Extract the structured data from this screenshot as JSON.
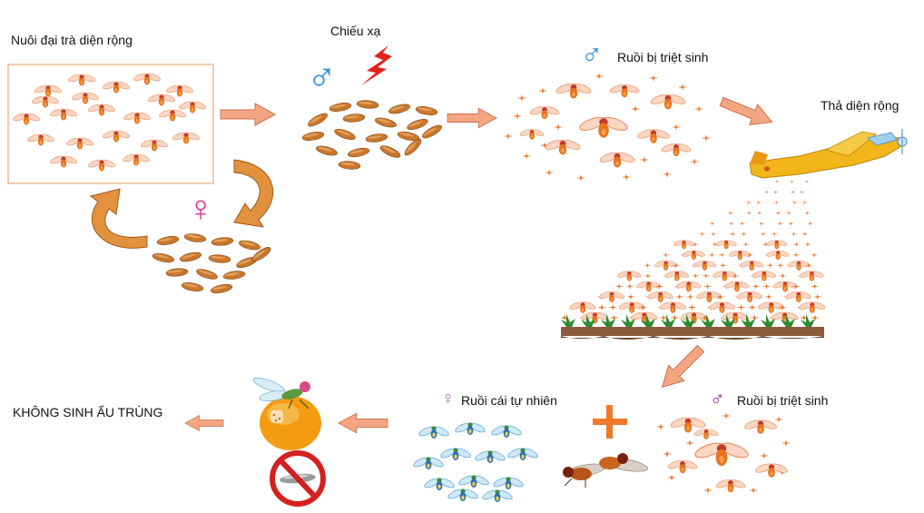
{
  "labels": {
    "mass_rearing": "Nuôi đại trà diện rộng",
    "irradiation": "Chiếu xạ",
    "sterile_males_top": "Ruồi bị triệt sinh",
    "wide_release": "Thả diện rộng",
    "wild_females": "Ruồi cái tự nhiên",
    "sterile_males_bottom": "Ruồi bị triệt sinh",
    "no_larvae": "KHÔNG SINH ẤU TRÙNG"
  },
  "symbols": {
    "male": "♂",
    "female": "♀",
    "plus": "+"
  },
  "colors": {
    "arrow": "#f4a582",
    "arrow_stroke": "#c8734f",
    "curved_arrow": "#e2913f",
    "male_symbol": "#2a8fd8",
    "female_symbol": "#e0348c",
    "male_symbol_bottom": "#8a2a90",
    "female_symbol_bottom": "#b070b8",
    "pupa": "#c9772d",
    "fly_orange": "#e8731f",
    "fly_wild": "#4aa0d8",
    "lightning": "#e2231a",
    "plane": "#f2b61a",
    "orange_fruit": "#f59b12",
    "prohibit": "#d32020",
    "plus": "#f0782a",
    "soil": "#8b5a3c",
    "plants": "#2e8b2e"
  },
  "icons": [
    "fly-icon",
    "pupa-icon",
    "lightning-icon",
    "airplane-icon",
    "orange-fruit-icon",
    "prohibited-icon",
    "plant-icon"
  ]
}
